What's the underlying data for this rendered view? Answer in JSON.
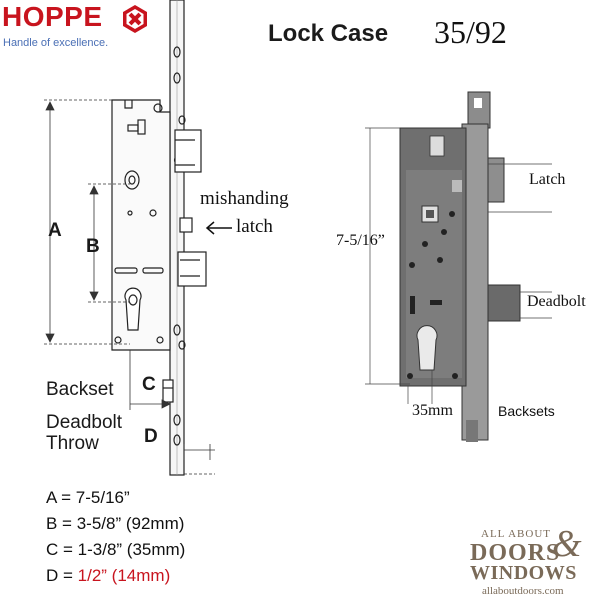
{
  "brand": {
    "name": "HOPPE",
    "tagline": "Handle of excellence.",
    "logo_icon": "hoppe-hexagon-icon",
    "color": "#c8141e"
  },
  "title": "Lock Case",
  "model": "35/92",
  "left_diagram": {
    "dimension_a": "A",
    "dimension_b": "B",
    "dimension_c": "C",
    "dimension_d": "D",
    "backset": "Backset",
    "deadbolt_line1": "Deadbolt",
    "deadbolt_line2": "Throw",
    "mishanding_line1": "mishanding",
    "mishanding_line2": "latch",
    "arrow_icon": "arrow-left-icon"
  },
  "right_diagram": {
    "height_label": "7-5/16”",
    "latch": "Latch",
    "deadbolt": "Deadbolt",
    "backset_value": "35mm",
    "backsets": "Backsets"
  },
  "legend": [
    {
      "prefix": "A = ",
      "value": "7-5/16”",
      "suffix": "",
      "highlight": false
    },
    {
      "prefix": "B = ",
      "value": "3-5/8” (92mm)",
      "suffix": "",
      "highlight": false
    },
    {
      "prefix": "C = ",
      "value": "1-3/8” (35mm)",
      "suffix": "",
      "highlight": false
    },
    {
      "prefix": "D = ",
      "value": "1/2” (14mm)",
      "suffix": "",
      "highlight": true
    }
  ],
  "highlight_color": "#c8141e",
  "watermark": {
    "line1": "ALL ABOUT",
    "line2": "DOORS",
    "amp": "&",
    "line3": "WINDOWS",
    "url": "allaboutdoors.com"
  }
}
